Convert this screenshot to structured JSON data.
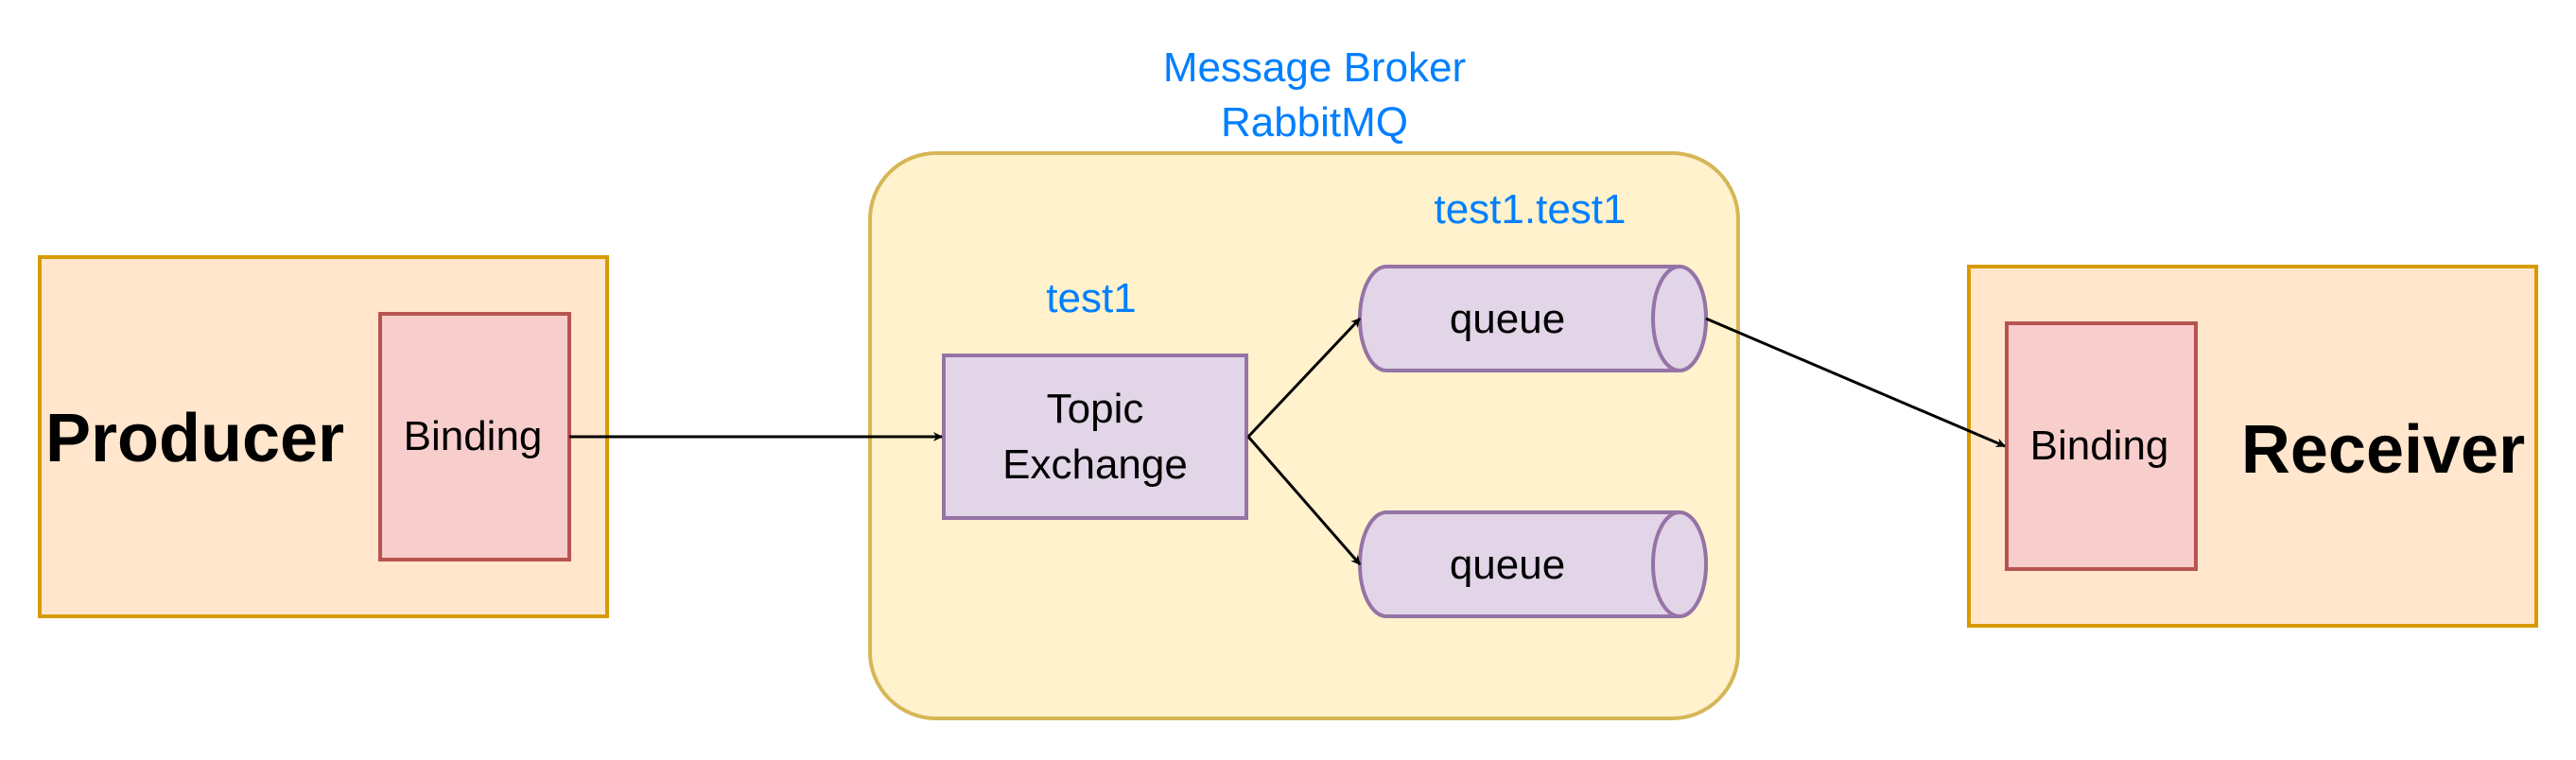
{
  "broker": {
    "title_line1": "Message Broker",
    "title_line2": "RabbitMQ",
    "fill": "#fff2cc",
    "stroke": "#d6b656"
  },
  "producer": {
    "label": "Producer",
    "binding_label": "Binding",
    "fill": "#ffe6cc",
    "stroke": "#d79b00"
  },
  "receiver": {
    "label": "Receiver",
    "binding_label": "Binding",
    "fill": "#ffe6cc",
    "stroke": "#d79b00"
  },
  "binding_style": {
    "fill": "#f8cecc",
    "stroke": "#b85450"
  },
  "exchange": {
    "name_label": "test1",
    "line1": "Topic",
    "line2": "Exchange",
    "fill": "#e1d5e7",
    "stroke": "#9673a6"
  },
  "queues": {
    "top_routing_label": "test1.test1",
    "top_label": "queue",
    "bottom_label": "queue"
  },
  "colors": {
    "accent_text": "#007fff",
    "arrow": "#000000"
  }
}
